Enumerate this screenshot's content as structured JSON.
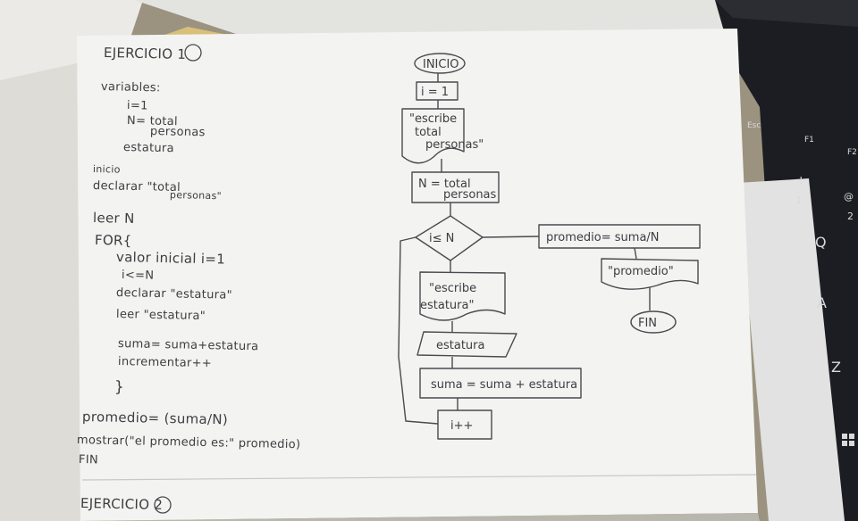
{
  "page_title": "EJERCICIO 1",
  "pseudocode": {
    "lines": [
      "variables:",
      "i=1",
      "N= total",
      "personas",
      "estatura",
      "inicio",
      "declarar \"total",
      "personas\"",
      "leer N",
      "FOR{",
      "valor inicial i=1",
      "i<=N",
      "declarar \"estatura\"",
      "leer \"estatura\"",
      "suma= suma+estatura",
      "incrementar++",
      "}",
      "promedio= (suma/N)",
      "mostrar(\"el promedio es:\" promedio)",
      "FIN"
    ]
  },
  "flowchart": {
    "start": "INICIO",
    "init": "i = 1",
    "print_total": [
      "\"escribe",
      "total",
      "personas\""
    ],
    "assign_n": [
      "N = total",
      "personas"
    ],
    "decision": "i≤ N",
    "print_estatura": [
      "\"escribe",
      "estatura\""
    ],
    "input_estatura": "estatura",
    "sum": "suma = suma + estatura",
    "increment": "i++",
    "average": "promedio= suma/N",
    "print_promedio": "\"promedio\"",
    "end": "FIN"
  },
  "next_heading": "EJERCICIO 2",
  "keyboard": {
    "keys": [
      "Esc",
      "F1",
      "F2",
      "!",
      "1",
      "@",
      "2",
      "Q",
      "A",
      "Z"
    ]
  },
  "colors": {
    "ink": "#3d3d42",
    "paper": "#f3f3f1",
    "paper_shadow": "#dcdad3",
    "keyboard": "#1c1d22"
  }
}
